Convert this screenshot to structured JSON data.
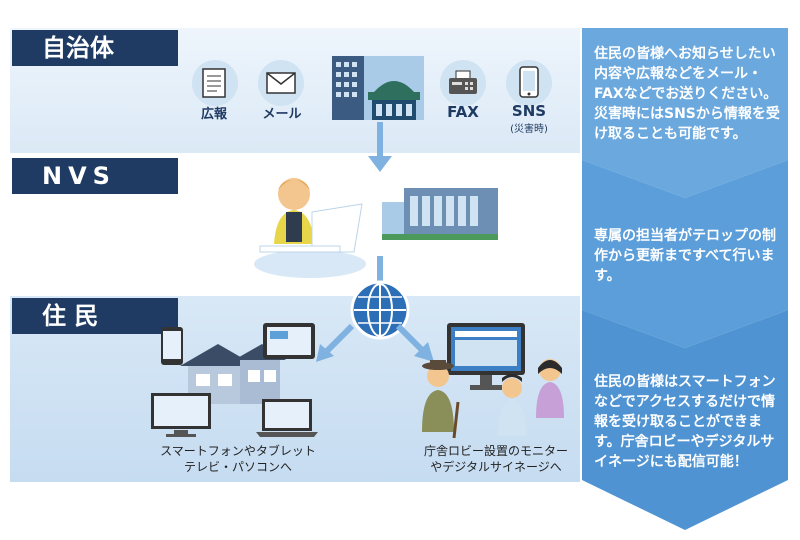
{
  "sections": {
    "gov": {
      "label": "自治体"
    },
    "nvs": {
      "label": "NVS"
    },
    "residents": {
      "label": "住 民"
    }
  },
  "gov_items": [
    {
      "label": "広報",
      "icon": "document-icon"
    },
    {
      "label": "メール",
      "icon": "envelope-icon"
    },
    {
      "label": "FAX",
      "icon": "fax-icon"
    },
    {
      "label": "SNS",
      "sublabel": "(災害時)",
      "icon": "smartphone-icon"
    }
  ],
  "sidebar": {
    "gov_text": "住民の皆様へお知らせしたい内容や広報などをメール・FAXなどでお送りください。災害時にはSNSから情報を受け取ることも可能です。",
    "nvs_text": "専属の担当者がテロップの制作から更新まですべて行います。",
    "residents_text": "住民の皆様はスマートフォンなどでアクセスするだけで情報を受け取ることができます。庁舎ロビーやデジタルサイネージにも配信可能！"
  },
  "captions": {
    "devices_line1": "スマートフォンやタブレット",
    "devices_line2": "テレビ・パソコンへ",
    "lobby_line1": "庁舎ロビー設置のモニター",
    "lobby_line2": "やデジタルサイネージへ"
  },
  "colors": {
    "label_bg": "#1f3b63",
    "band_light": "#e6f0fa",
    "band_mid": "#d2e4f4",
    "sidebar": "#5d9fd8",
    "arrow": "#7fb2e0"
  }
}
